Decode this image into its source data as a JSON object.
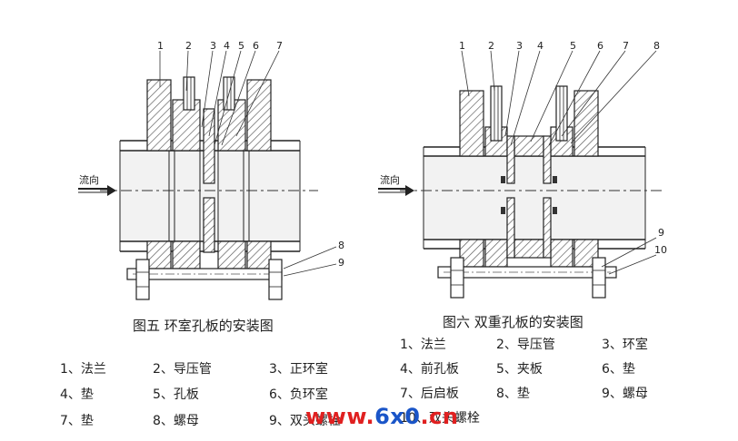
{
  "left_figure": {
    "caption": "图五  环室孔板的安装图",
    "flow_label": "流向",
    "top_numbers": [
      "1",
      "2",
      "3",
      "4",
      "5",
      "6",
      "7"
    ],
    "side_numbers": [
      "8",
      "9"
    ],
    "legend": [
      [
        "1、法兰",
        "2、导压管",
        "3、正环室"
      ],
      [
        "4、垫",
        "5、孔板",
        "6、负环室"
      ],
      [
        "7、垫",
        "8、螺母",
        "9、双头螺栓"
      ]
    ]
  },
  "right_figure": {
    "caption": "图六  双重孔板的安装图",
    "flow_label": "流向",
    "top_numbers": [
      "1",
      "2",
      "3",
      "4",
      "5",
      "6",
      "7",
      "8"
    ],
    "side_numbers": [
      "9",
      "10"
    ],
    "legend": [
      [
        "1、法兰",
        "2、导压管",
        "3、环室"
      ],
      [
        "4、前孔板",
        "5、夹板",
        "6、垫"
      ],
      [
        "7、后启板",
        "8、垫",
        "9、螺母"
      ],
      [
        "10、双头螺栓"
      ]
    ]
  },
  "watermark": {
    "part1": "www.",
    "part2": "6x0",
    "part3": ".cn"
  },
  "colors": {
    "line": "#222222",
    "hatch": "#555555",
    "pipe_fill": "#f2f2f2",
    "watermark_red": "#e02020",
    "watermark_blue": "#1a55c8"
  }
}
